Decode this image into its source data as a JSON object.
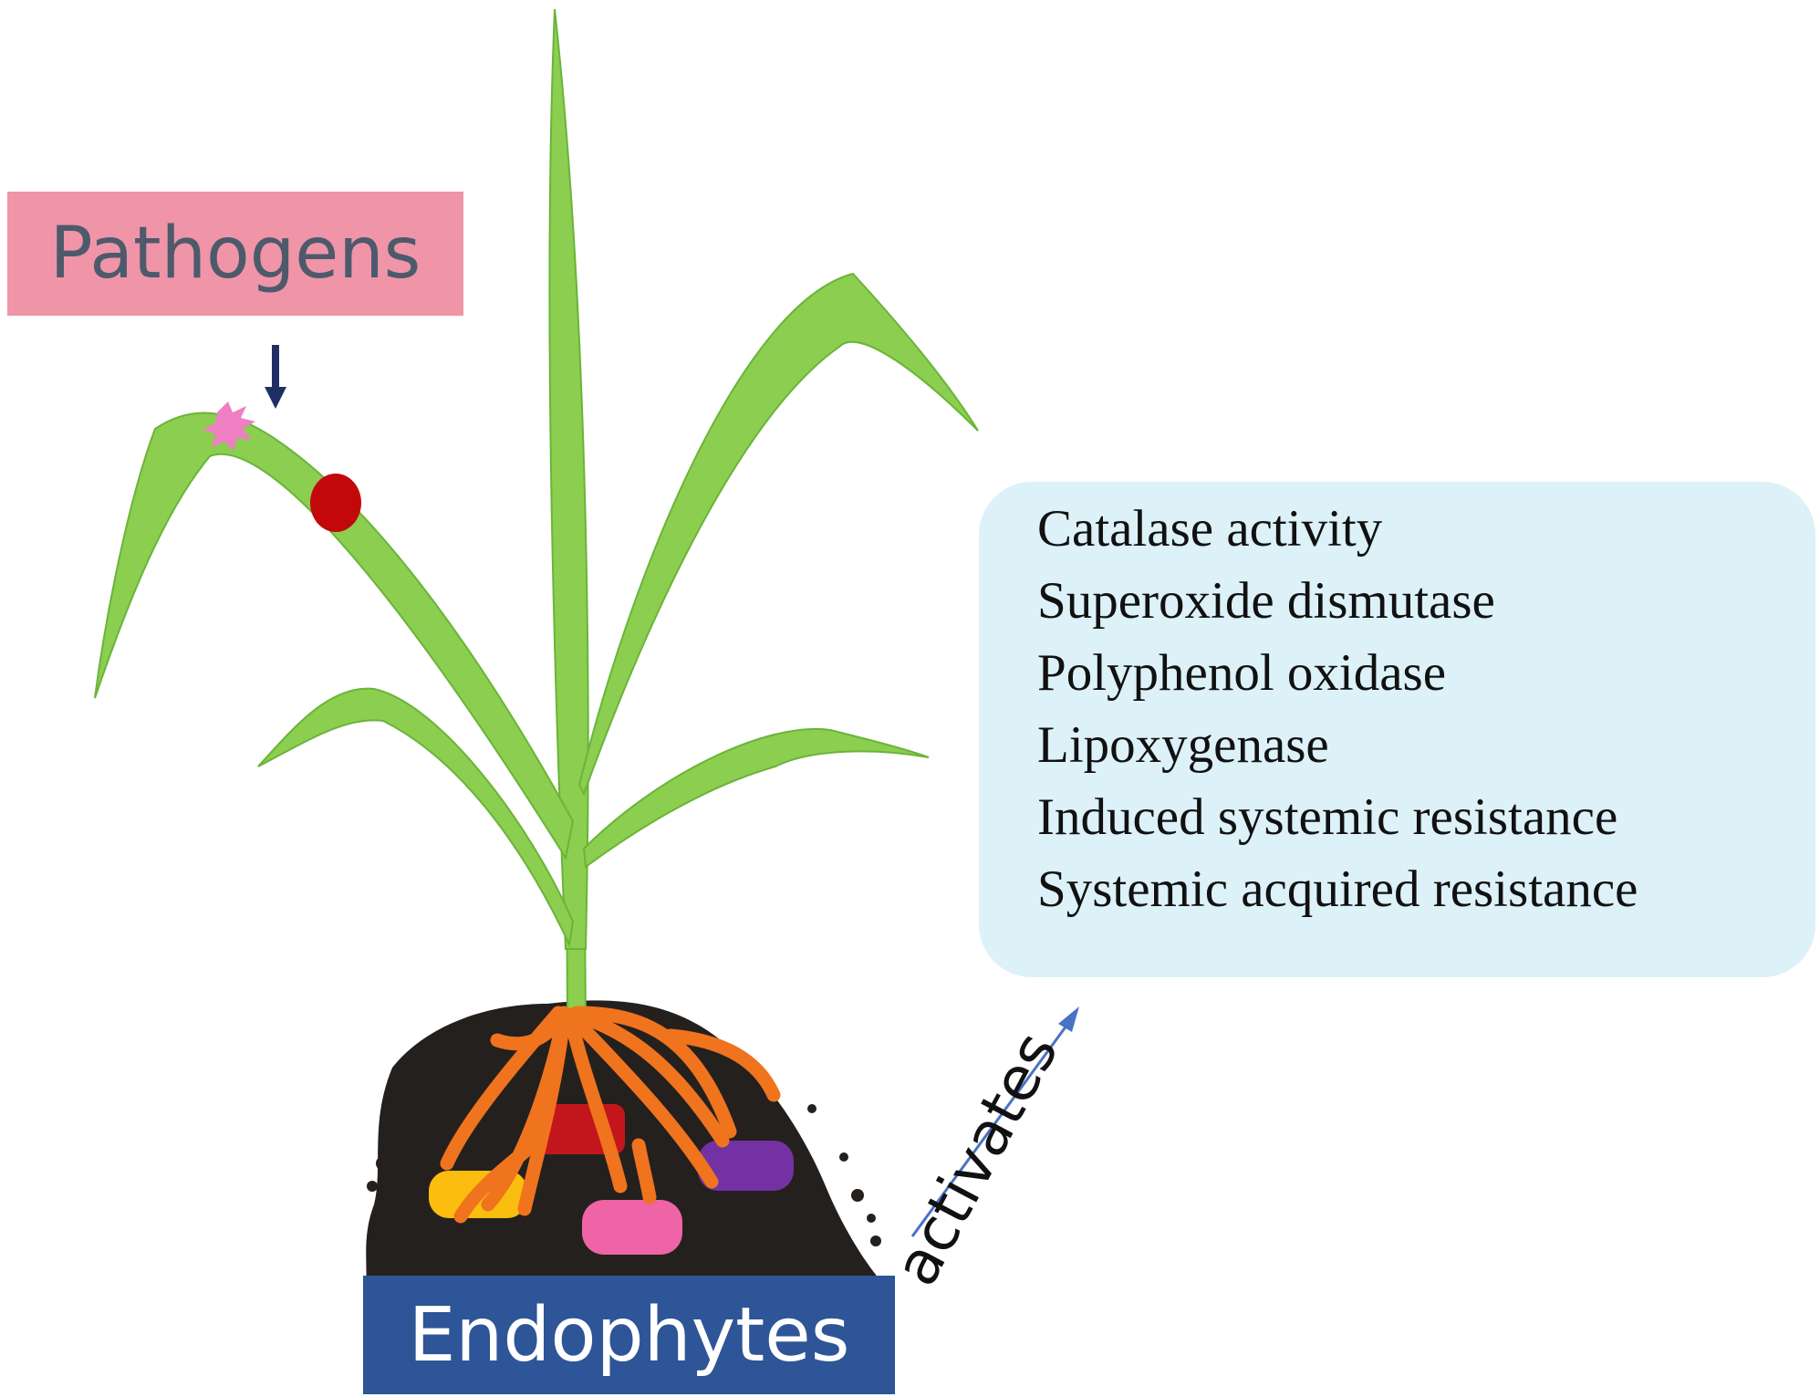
{
  "labels": {
    "pathogens": "Pathogens",
    "endophytes": "Endophytes",
    "activates": "activates"
  },
  "effects": [
    "Catalase activity",
    "Superoxide dismutase",
    "Polyphenol oxidase",
    "Lipoxygenase",
    "Induced systemic resistance",
    "Systemic acquired resistance"
  ],
  "colors": {
    "leaf": "#8cce4f",
    "leaf_edge": "#6ab43a",
    "soil": "#24201e",
    "root": "#f0731e",
    "pathogens_box": "#ef95a7",
    "endophytes_box": "#2d5597",
    "effects_panel": "#dcf1f8",
    "arrow_dark": "#1f2f66",
    "arrow_blue": "#4a72c4",
    "lesion": "#c3080c",
    "spore": "#ee7fc3",
    "endophyte_yellow": "#fbbd0f",
    "endophyte_red": "#c3161c",
    "endophyte_pink": "#ee64a6",
    "endophyte_purple": "#7431a3"
  }
}
